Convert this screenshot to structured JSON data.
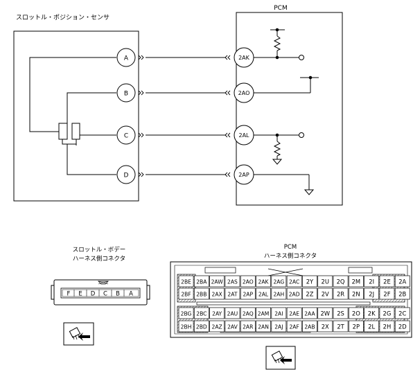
{
  "schematic": {
    "sensor_title": "スロットル・ポジション・センサ",
    "pcm_title": "PCM",
    "sensor_pins": [
      "A",
      "B",
      "C",
      "D"
    ],
    "pcm_pins": [
      "2AK",
      "2AO",
      "2AL",
      "2AP"
    ]
  },
  "tps_connector": {
    "title_line1": "スロットル・ボデー",
    "title_line2": "ハーネス側コネクタ",
    "terminals": [
      "F",
      "E",
      "D",
      "C",
      "B",
      "A"
    ]
  },
  "pcm_connector": {
    "title_line1": "PCM",
    "title_line2": "ハーネス側コネクタ",
    "rows": [
      [
        "2BE",
        "2BA",
        "2AW",
        "2AS",
        "2AO",
        "2AK",
        "2AG",
        "2AC",
        "2Y",
        "2U",
        "2Q",
        "2M",
        "2I",
        "2E",
        "2A"
      ],
      [
        "2BF",
        "2BB",
        "2AX",
        "2AT",
        "2AP",
        "2AL",
        "2AH",
        "2AD",
        "2Z",
        "2V",
        "2R",
        "2N",
        "2J",
        "2F",
        "2B"
      ],
      [
        "2BG",
        "2BC",
        "2AY",
        "2AU",
        "2AQ",
        "2AM",
        "2AI",
        "2AE",
        "2AA",
        "2W",
        "2S",
        "2O",
        "2K",
        "2G",
        "2C"
      ],
      [
        "2BH",
        "2BD",
        "2AZ",
        "2AV",
        "2AR",
        "2AN",
        "2AJ",
        "2AF",
        "2AB",
        "2X",
        "2T",
        "2P",
        "2L",
        "2H",
        "2D"
      ]
    ]
  }
}
